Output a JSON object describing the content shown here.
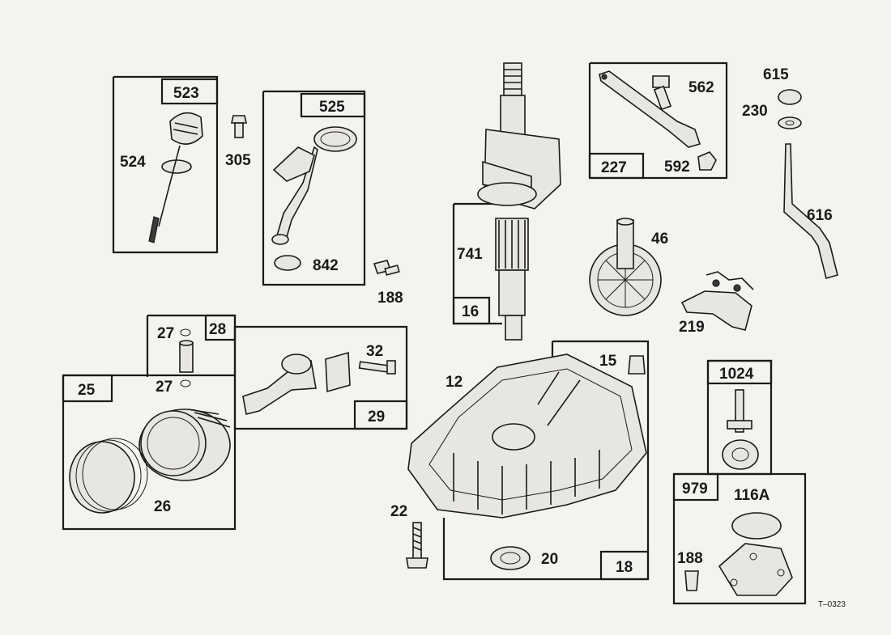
{
  "diagram": {
    "footer_code": "T–0323",
    "labels": {
      "p523": "523",
      "p524": "524",
      "p305": "305",
      "p525": "525",
      "p842": "842",
      "p188a": "188",
      "p741": "741",
      "p16": "16",
      "p227": "227",
      "p562": "562",
      "p592": "592",
      "p615": "615",
      "p230": "230",
      "p616": "616",
      "p46": "46",
      "p219": "219",
      "p28": "28",
      "p27a": "27",
      "p27b": "27",
      "p32": "32",
      "p29": "29",
      "p25": "25",
      "p26": "26",
      "p12": "12",
      "p15": "15",
      "p22": "22",
      "p20": "20",
      "p18": "18",
      "p1024": "1024",
      "p979": "979",
      "p116a": "116A",
      "p188b": "188"
    }
  }
}
